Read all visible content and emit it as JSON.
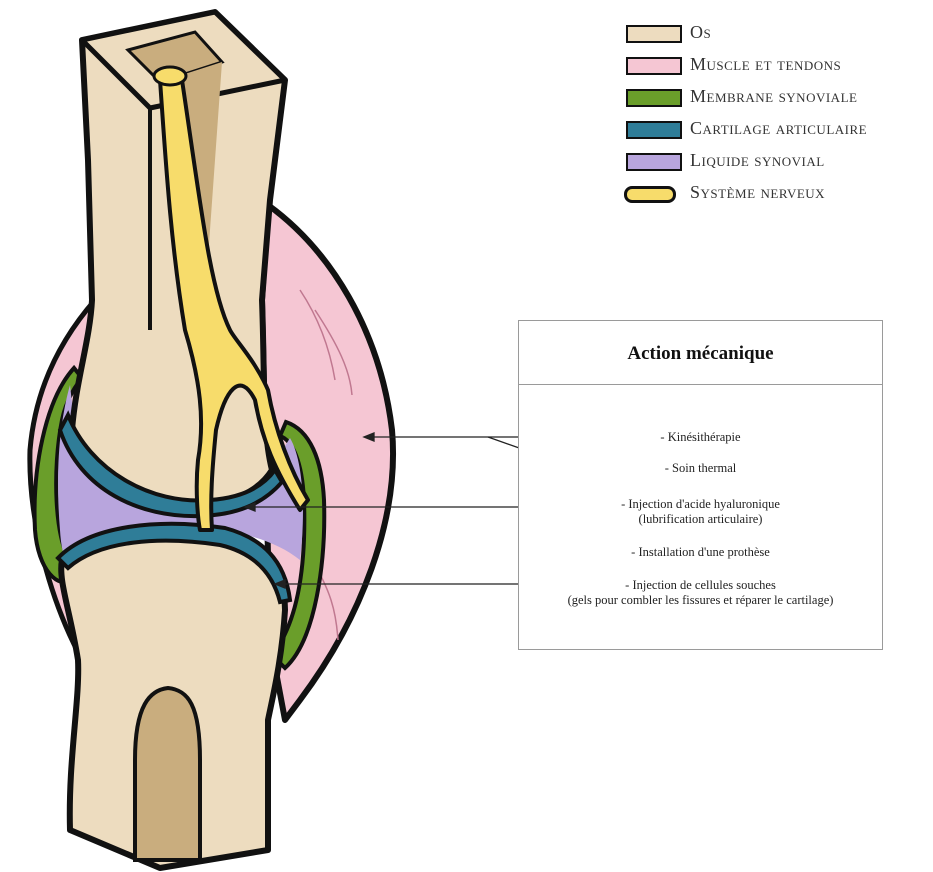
{
  "legend": {
    "items": [
      {
        "label": "Os",
        "color": "#eddcbf",
        "icon": "swatch"
      },
      {
        "label": "Muscle et tendons",
        "color": "#f5c6d3",
        "icon": "swatch"
      },
      {
        "label": "Membrane synoviale",
        "color": "#6a9e2a",
        "icon": "swatch"
      },
      {
        "label": "Cartilage articulaire",
        "color": "#2f7d98",
        "icon": "swatch"
      },
      {
        "label": "Liquide synovial",
        "color": "#b8a5dd",
        "icon": "swatch"
      },
      {
        "label": "Système nerveux",
        "color": "#f7dc6b",
        "icon": "nerve-icon"
      }
    ]
  },
  "action": {
    "title": "Action mécanique",
    "items": [
      {
        "line1": "- Kinésithérapie",
        "line2": ""
      },
      {
        "line1": "- Soin thermal",
        "line2": ""
      },
      {
        "line1": "- Injection d'acide hyaluronique",
        "line2": "(lubrification articulaire)"
      },
      {
        "line1": "- Installation d'une prothèse",
        "line2": ""
      },
      {
        "line1": "- Injection de cellules souches",
        "line2": "(gels pour combler les fissures et réparer le cartilage)"
      }
    ]
  }
}
